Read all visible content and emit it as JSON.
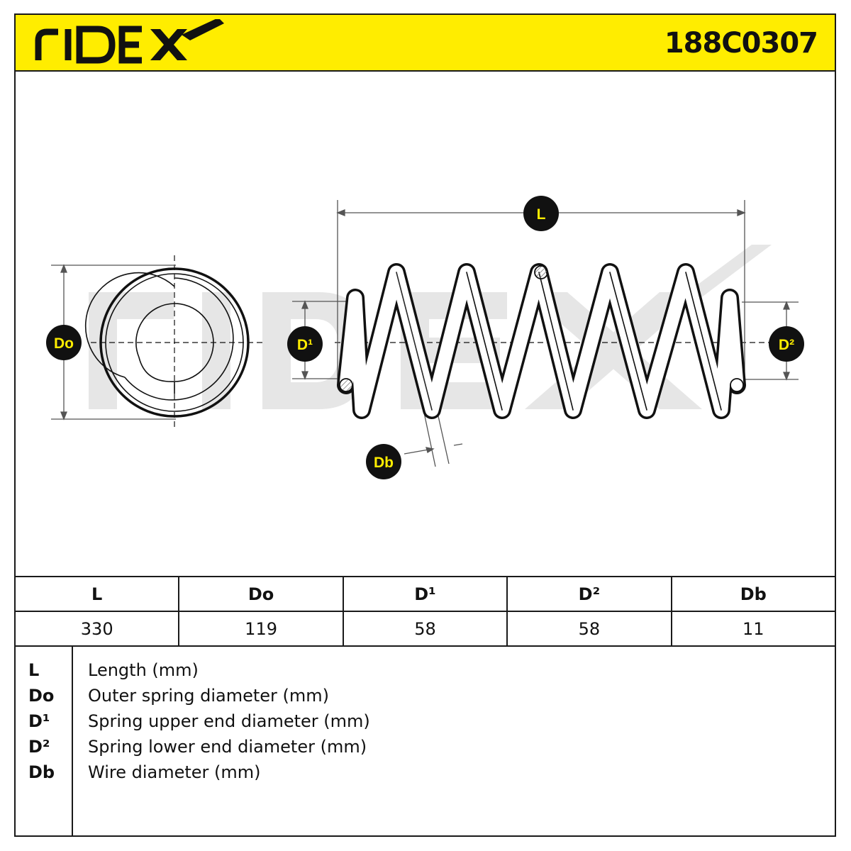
{
  "brand": "RIDEX",
  "part_number": "188C0307",
  "colors": {
    "accent": "#ffed00",
    "ink": "#1a1a1a",
    "watermark": "#e6e6e6",
    "hatch": "#888888"
  },
  "labels": {
    "L": "L",
    "Do": "Do",
    "D1": "D¹",
    "D2": "D²",
    "Db": "Db"
  },
  "specs": {
    "headers": [
      "L",
      "Do",
      "D¹",
      "D²",
      "Db"
    ],
    "values": [
      "330",
      "119",
      "58",
      "58",
      "11"
    ]
  },
  "legend": [
    {
      "key": "L",
      "desc": "Length (mm)"
    },
    {
      "key": "Do",
      "desc": "Outer spring diameter (mm)"
    },
    {
      "key": "D¹",
      "desc": "Spring upper end diameter (mm)"
    },
    {
      "key": "D²",
      "desc": "Spring lower end diameter (mm)"
    },
    {
      "key": "Db",
      "desc": "Wire diameter (mm)"
    }
  ]
}
